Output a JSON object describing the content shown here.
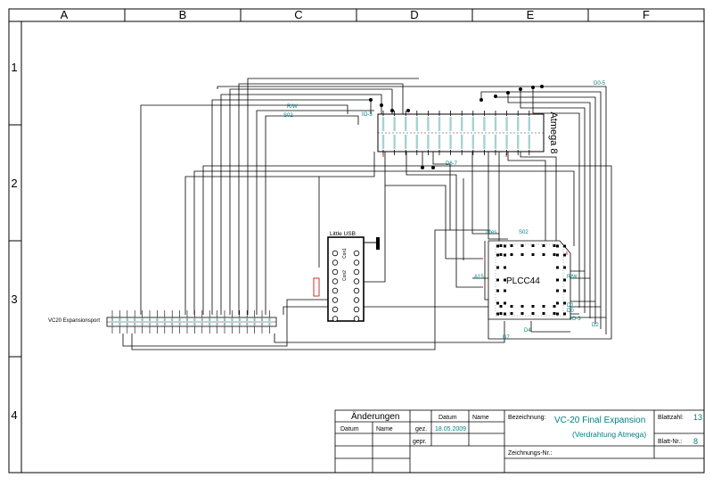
{
  "grid": {
    "columns": [
      "A",
      "B",
      "C",
      "D",
      "E",
      "F"
    ],
    "rows": [
      "1",
      "2",
      "3",
      "4"
    ]
  },
  "components": {
    "atmega": {
      "title": "Atmega 8"
    },
    "usb": {
      "title": "Little USB",
      "con1": "Con1",
      "con2": "Con2"
    },
    "plcc": {
      "title": "PLCC44"
    },
    "expansion_port": {
      "title": "VC20 Expansionsport"
    }
  },
  "net_labels": {
    "d0_5": "D0-5",
    "rw_top": "R/W",
    "s02_top": "S02",
    "io3_top": "IO-3",
    "d6_7": "D6-7",
    "res": "/Res",
    "s02_plcc": "S02",
    "a15": "A15",
    "rw_plcc": "R/W",
    "d1": "D1",
    "d0": "D0",
    "io3_plcc": "IO-3",
    "d2": "D2",
    "d4": "D4",
    "d7": "D7"
  },
  "colors": {
    "frame": "#000000",
    "wire": "#000000",
    "label_teal": "#008080",
    "red": "#c00000"
  },
  "title_block": {
    "changes_header": "Änderungen",
    "datum_header": "Datum",
    "name_header": "Name",
    "col_datum": "Datum",
    "col_name": "Name",
    "gez_label": "gez.",
    "gez_date": "18.05.2009",
    "gepr_label": "gepr.",
    "bezeichnung_label": "Bezeichnung:",
    "title": "VC-20 Final Expansion",
    "subtitle": "(Verdrahtung Atmega)",
    "zeichnungs_label": "Zeichnungs-Nr.:",
    "blattzahl_label": "Blattzahl:",
    "blattzahl_value": "13",
    "blattnr_label": "Blatt-Nr.:",
    "blattnr_value": "8"
  }
}
